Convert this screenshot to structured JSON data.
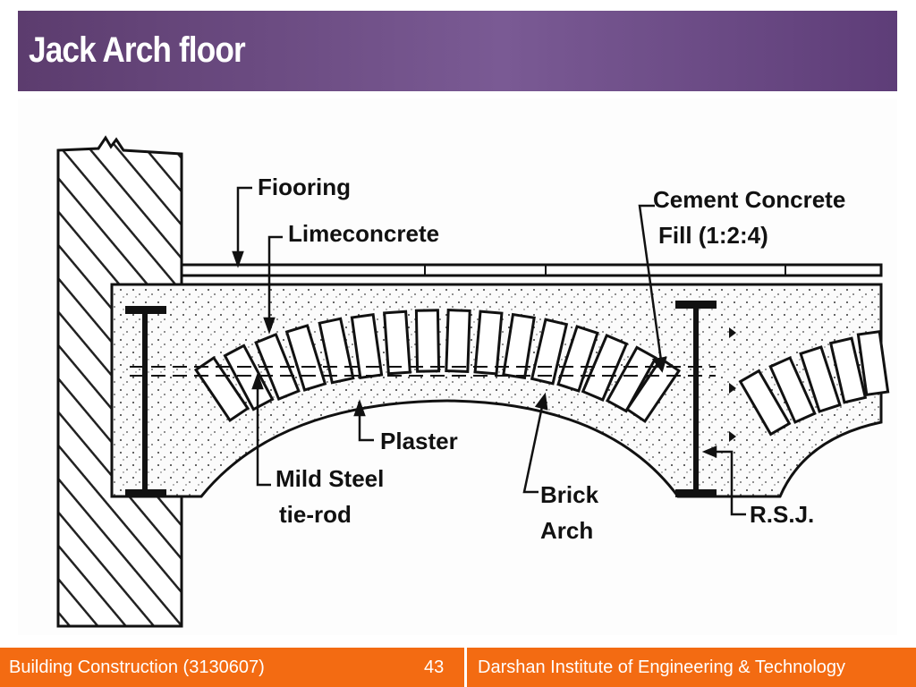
{
  "slide": {
    "title": "Jack Arch floor"
  },
  "diagram": {
    "labels": {
      "flooring": "Fiooring",
      "limeconcrete": "Limeconcrete",
      "cement_concrete_line1": "Cement Concrete",
      "cement_concrete_line2": "Fill (1:2:4)",
      "plaster": "Plaster",
      "mild_steel_line1": "Mild Steel",
      "mild_steel_line2": "tie-rod",
      "brick_line1": "Brick",
      "brick_line2": "Arch",
      "rsj": "R.S.J."
    }
  },
  "footer": {
    "course": "Building Construction (3130607)",
    "page_number": "43",
    "institute": "Darshan Institute of Engineering & Technology"
  },
  "colors": {
    "title_bar": "#6b4a85",
    "footer": "#f36b12"
  }
}
